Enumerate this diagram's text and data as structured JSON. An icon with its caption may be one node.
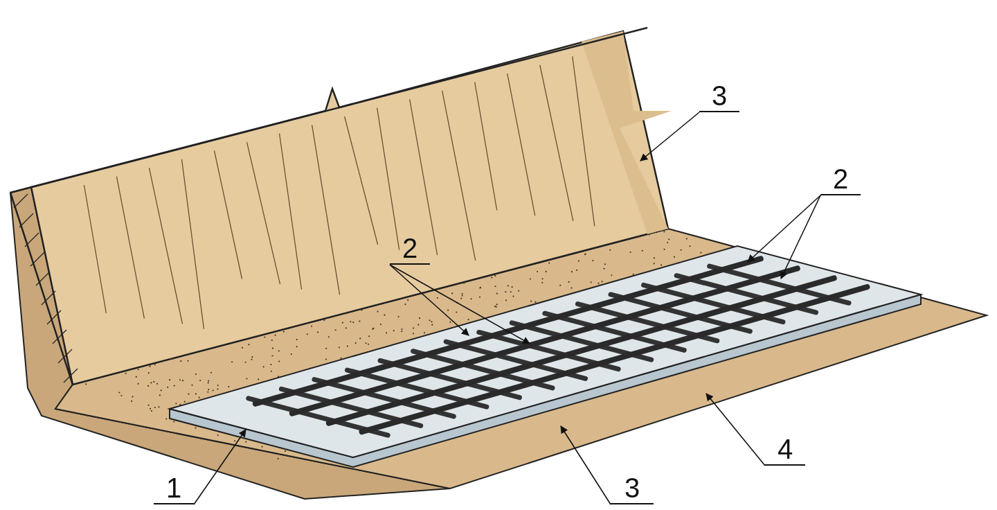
{
  "diagram": {
    "nodes": [
      {
        "text": [
          "3"
        ]
      },
      {
        "text": [
          "2"
        ]
      },
      {
        "text": [
          "2"
        ]
      },
      {
        "text": [
          "1"
        ]
      },
      {
        "text": [
          "3"
        ]
      },
      {
        "text": [
          "4"
        ]
      }
    ],
    "edges": [
      {
        "from": 0,
        "to": null,
        "arrow": "to"
      },
      {
        "from": 1,
        "to": null,
        "arrow": "to"
      },
      {
        "from": 1,
        "to": null,
        "arrow": "to"
      },
      {
        "from": 2,
        "to": null,
        "arrow": "to"
      },
      {
        "from": 2,
        "to": null,
        "arrow": "to"
      },
      {
        "from": 3,
        "to": null,
        "arrow": "to"
      },
      {
        "from": 4,
        "to": null,
        "arrow": "to"
      },
      {
        "from": 5,
        "to": null,
        "arrow": "to"
      }
    ]
  }
}
